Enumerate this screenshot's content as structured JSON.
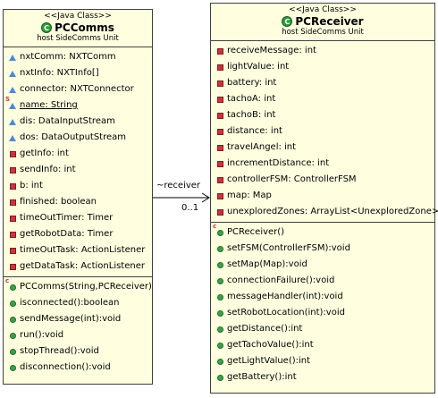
{
  "pccomms": {
    "stereotype": "<<Java Class>>",
    "name": "PCComms",
    "package": "host SideComms Unit",
    "fields": [
      {
        "text": "nxtComm: NXTComm",
        "vis": "package",
        "static": false
      },
      {
        "text": "nxtInfo: NXTInfo[]",
        "vis": "package",
        "static": false
      },
      {
        "text": "connector: NXTConnector",
        "vis": "package",
        "static": false
      },
      {
        "text": "name: String",
        "vis": "package",
        "static": true
      },
      {
        "text": "dis: DataInputStream",
        "vis": "package",
        "static": false
      },
      {
        "text": "dos: DataOutputStream",
        "vis": "package",
        "static": false
      },
      {
        "text": "getInfo: int",
        "vis": "private",
        "static": false
      },
      {
        "text": "sendInfo: int",
        "vis": "private",
        "static": false
      },
      {
        "text": "b: int",
        "vis": "private",
        "static": false
      },
      {
        "text": "finished: boolean",
        "vis": "private",
        "static": false
      },
      {
        "text": "timeOutTimer: Timer",
        "vis": "private",
        "static": false
      },
      {
        "text": "getRobotData: Timer",
        "vis": "private",
        "static": false
      },
      {
        "text": "timeOutTask: ActionListener",
        "vis": "private",
        "static": false
      },
      {
        "text": "getDataTask: ActionListener",
        "vis": "private",
        "static": false
      }
    ],
    "constructor": "PCComms(String,PCReceiver)",
    "methods": [
      "isconnected():boolean",
      "sendMessage(int):void",
      "run():void",
      "stopThread():void",
      "disconnection():void"
    ]
  },
  "pcreceiver": {
    "stereotype": "<<Java Class>>",
    "name": "PCReceiver",
    "package": "host SideComms Unit",
    "fields": [
      "receiveMessage: int",
      "lightValue: int",
      "battery: int",
      "tachoA: int",
      "tachoB: int",
      "distance: int",
      "travelAngel: int",
      "incrementDistance: int",
      "controllerFSM: ControllerFSM",
      "map: Map",
      "unexploredZones: ArrayList<UnexploredZone>"
    ],
    "constructor": "PCReceiver()",
    "methods": [
      "setFSM(ControllerFSM):void",
      "setMap(Map):void",
      "connectionFailure():void",
      "messageHandler(int):void",
      "setRobotLocation(int):void",
      "getDistance():int",
      "getTachoValue():int",
      "getLightValue():int",
      "getBattery():int"
    ]
  },
  "association": {
    "role": "~receiver",
    "multiplicity": "0..1"
  },
  "icons": {
    "class": "class-icon",
    "private": "private-square-icon",
    "package": "package-triangle-icon",
    "public": "public-circle-icon",
    "constructor": "constructor-icon"
  },
  "colors": {
    "box_fill": "#ffffe0",
    "border": "#404040",
    "private": "#c8353d",
    "package": "#4e8ad0",
    "public": "#3aa447"
  }
}
